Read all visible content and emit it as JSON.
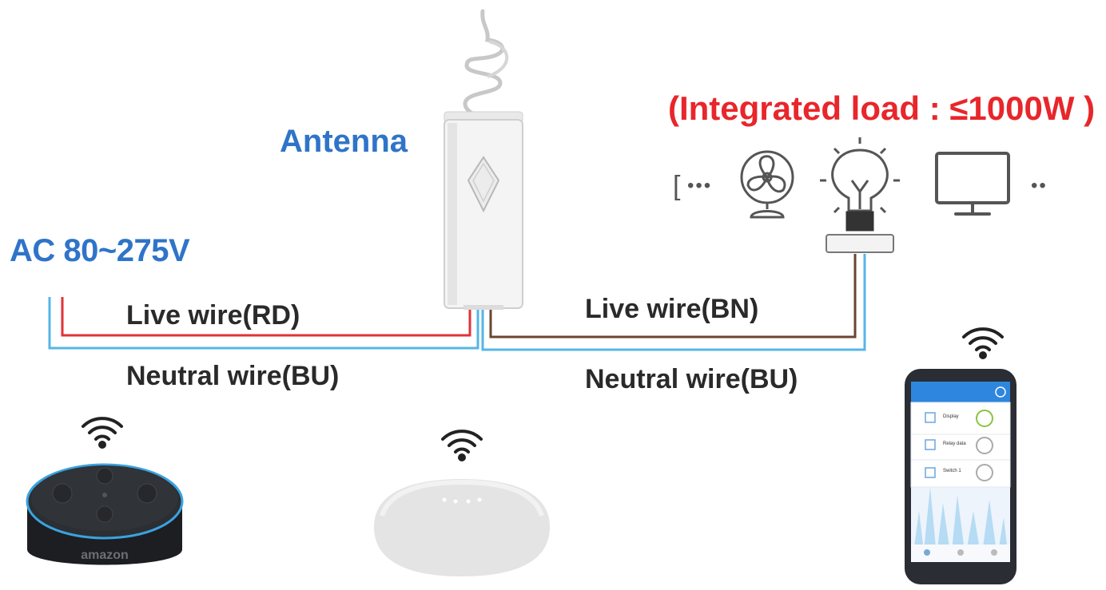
{
  "labels": {
    "ac_voltage": "AC 80~275V",
    "antenna": "Antenna",
    "integrated_load": "(Integrated load : ≤1000W )",
    "live_wire_left": "Live wire(RD)",
    "neutral_wire_left": "Neutral wire(BU)",
    "live_wire_right": "Live wire(BN)",
    "neutral_wire_right": "Neutral wire(BU)"
  },
  "load_row": {
    "open_bracket": "[",
    "leading_dots": "•••",
    "trailing_dots": "••"
  },
  "devices": {
    "echo_brand": "amazon",
    "phone_items": [
      "Display",
      "Relay data",
      "Switch 1"
    ]
  },
  "colors": {
    "label_blue": "#2f74c8",
    "label_red": "#e8262b",
    "wire_live_red": "#e0323a",
    "wire_live_brown": "#6b4530",
    "wire_neutral_blue": "#55b6e6"
  },
  "icons": [
    "antenna-icon",
    "fan-icon",
    "bulb-icon",
    "monitor-icon",
    "wifi-icon",
    "echo-speaker-icon",
    "nest-speaker-icon",
    "smartphone-icon"
  ]
}
